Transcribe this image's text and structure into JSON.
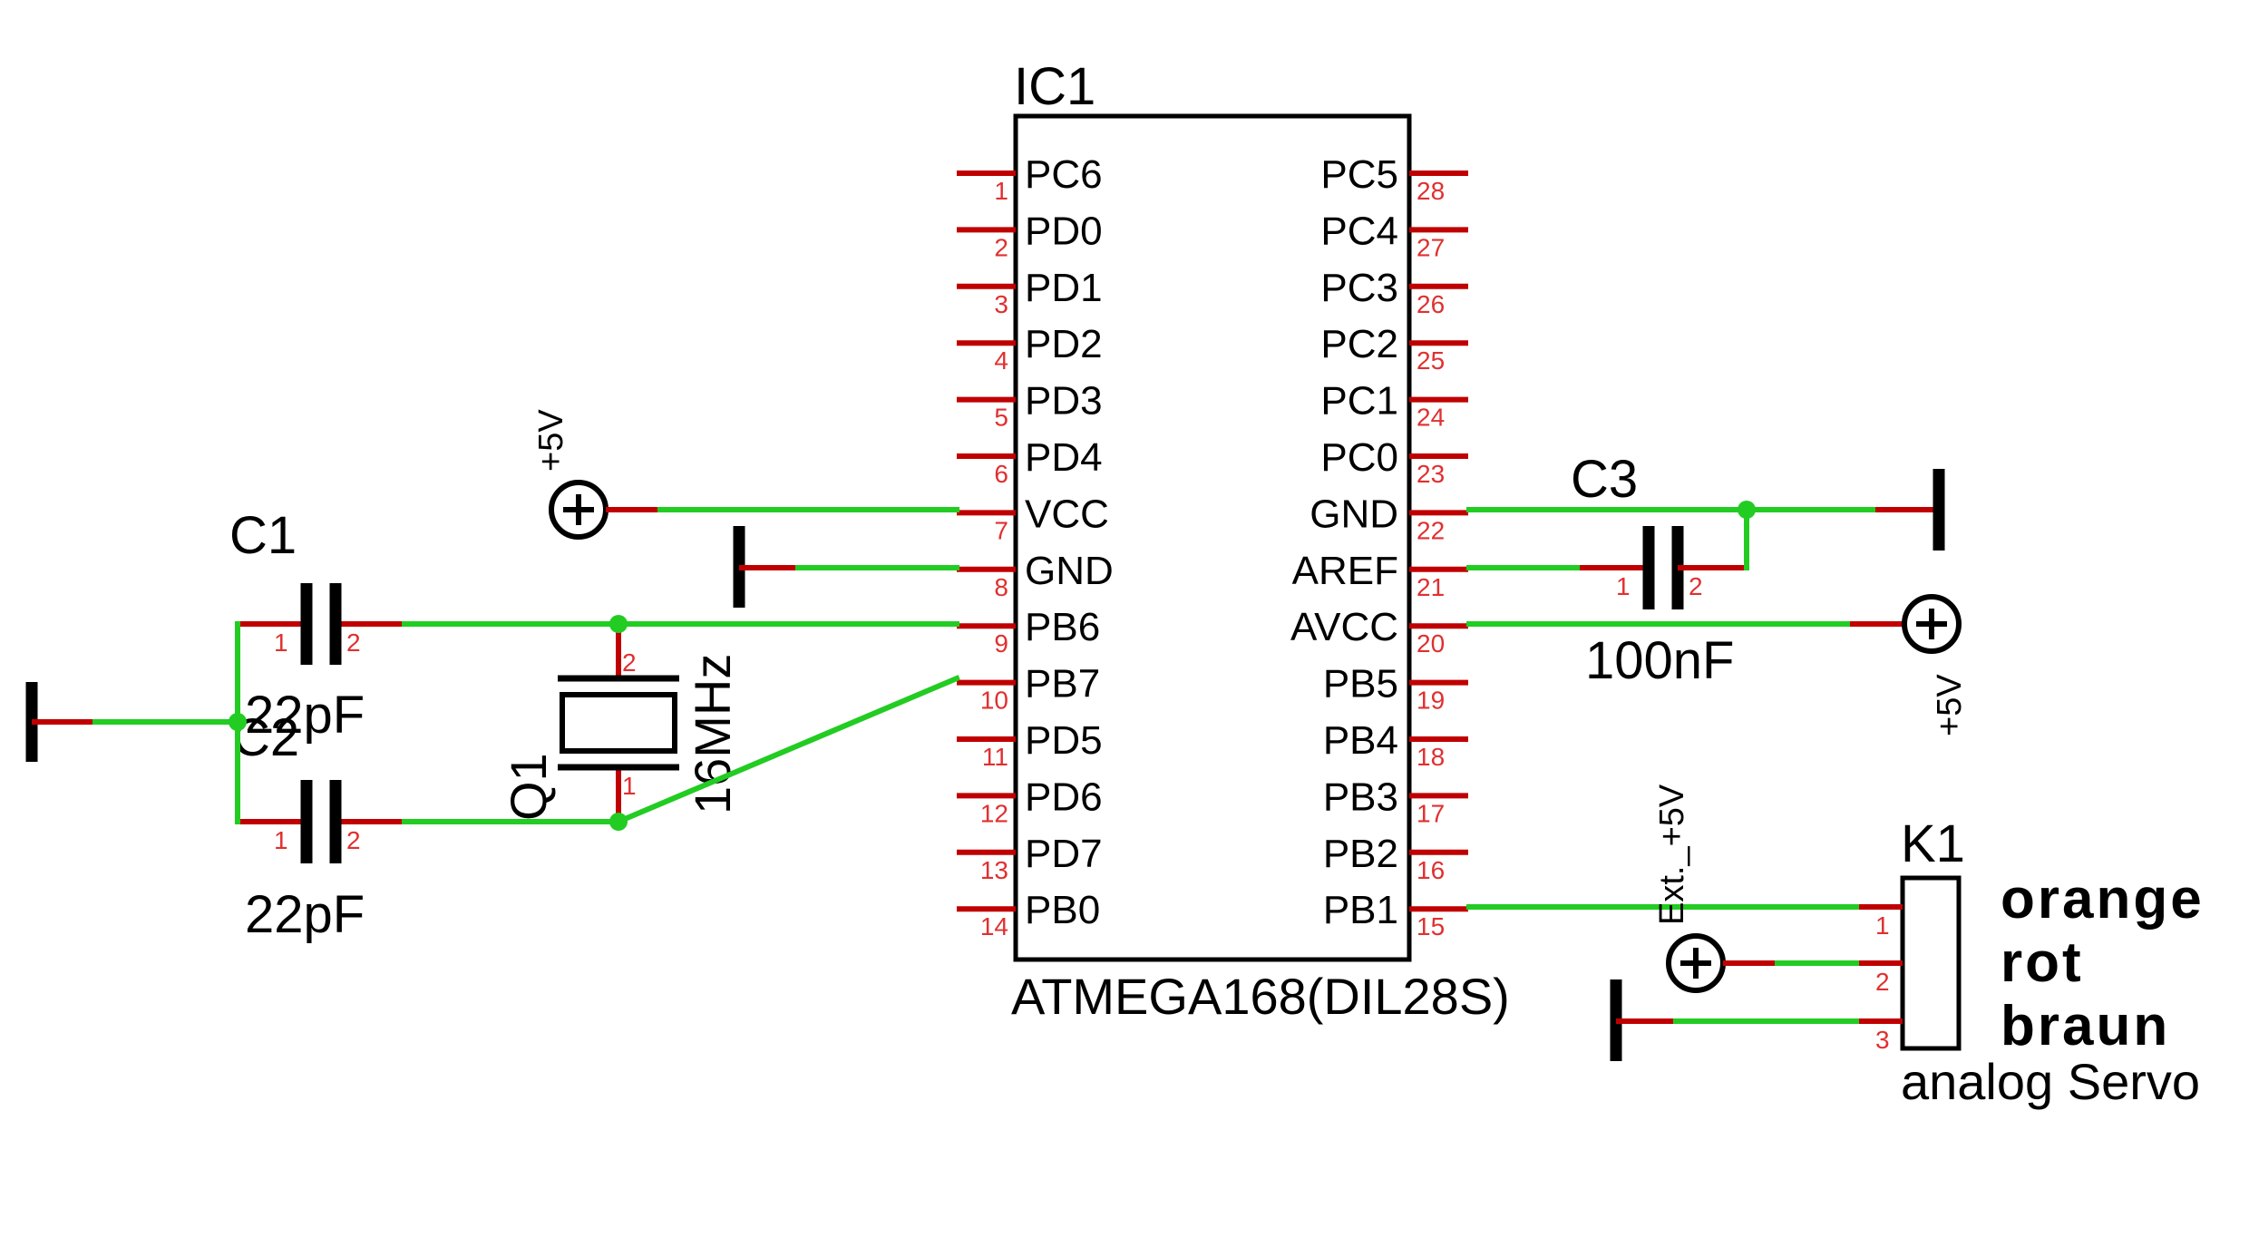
{
  "ic": {
    "ref": "IC1",
    "value": "ATMEGA168(DIL28S)",
    "left_pins": [
      {
        "num": "1",
        "name": "PC6"
      },
      {
        "num": "2",
        "name": "PD0"
      },
      {
        "num": "3",
        "name": "PD1"
      },
      {
        "num": "4",
        "name": "PD2"
      },
      {
        "num": "5",
        "name": "PD3"
      },
      {
        "num": "6",
        "name": "PD4"
      },
      {
        "num": "7",
        "name": "VCC"
      },
      {
        "num": "8",
        "name": "GND"
      },
      {
        "num": "9",
        "name": "PB6"
      },
      {
        "num": "10",
        "name": "PB7"
      },
      {
        "num": "11",
        "name": "PD5"
      },
      {
        "num": "12",
        "name": "PD6"
      },
      {
        "num": "13",
        "name": "PD7"
      },
      {
        "num": "14",
        "name": "PB0"
      }
    ],
    "right_pins": [
      {
        "num": "28",
        "name": "PC5"
      },
      {
        "num": "27",
        "name": "PC4"
      },
      {
        "num": "26",
        "name": "PC3"
      },
      {
        "num": "25",
        "name": "PC2"
      },
      {
        "num": "24",
        "name": "PC1"
      },
      {
        "num": "23",
        "name": "PC0"
      },
      {
        "num": "22",
        "name": "GND"
      },
      {
        "num": "21",
        "name": "AREF"
      },
      {
        "num": "20",
        "name": "AVCC"
      },
      {
        "num": "19",
        "name": "PB5"
      },
      {
        "num": "18",
        "name": "PB4"
      },
      {
        "num": "17",
        "name": "PB3"
      },
      {
        "num": "16",
        "name": "PB2"
      },
      {
        "num": "15",
        "name": "PB1"
      }
    ]
  },
  "c1": {
    "ref": "C1",
    "value": "22pF",
    "pin1": "1",
    "pin2": "2"
  },
  "c2": {
    "ref": "C2",
    "value": "22pF",
    "pin1": "1",
    "pin2": "2"
  },
  "c3": {
    "ref": "C3",
    "value": "100nF",
    "pin1": "1",
    "pin2": "2"
  },
  "q1": {
    "ref": "Q1",
    "value": "16MHz",
    "pin1": "1",
    "pin2": "2"
  },
  "supply": {
    "vcc": "+5V",
    "avcc": "+5V",
    "ext": "Ext._+5V"
  },
  "k1": {
    "ref": "K1",
    "value": "analog Servo",
    "pins": [
      "1",
      "2",
      "3"
    ],
    "wire_colors": [
      "orange",
      "rot",
      "braun"
    ]
  }
}
